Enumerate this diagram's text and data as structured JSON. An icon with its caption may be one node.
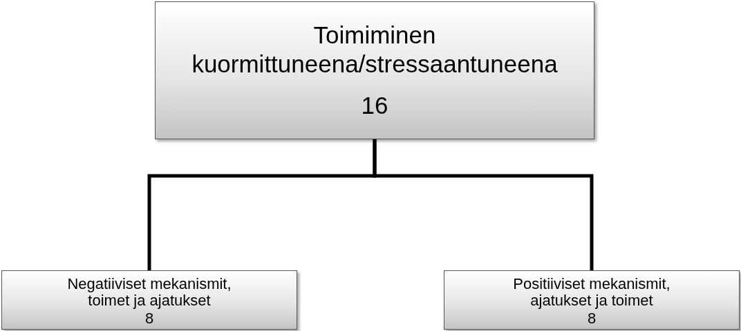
{
  "diagram": {
    "nodes": [
      {
        "text": [
          "Toimiminen kuormittuneena/stressaantuneena",
          "16"
        ]
      },
      {
        "text": [
          "Negatiiviset mekanismit, toimet ja ajatukset",
          "8"
        ]
      },
      {
        "text": [
          "Positiiviset mekanismit, ajatukset ja toimet",
          "8"
        ]
      }
    ],
    "edges": [
      {
        "from": 0,
        "to": 1,
        "arrow": "none"
      },
      {
        "from": 0,
        "to": 2,
        "arrow": "none"
      }
    ]
  }
}
